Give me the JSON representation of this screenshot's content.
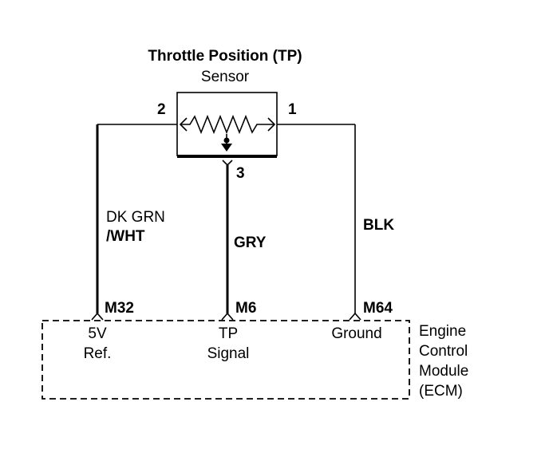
{
  "sensor": {
    "title_line1": "Throttle Position (TP)",
    "title_line2": "Sensor",
    "pins": {
      "pin2": "2",
      "pin1": "1",
      "pin3": "3"
    }
  },
  "wires": {
    "left": {
      "color_line1": "DK GRN",
      "color_line2": "/WHT"
    },
    "middle": {
      "color": "GRY"
    },
    "right": {
      "color": "BLK"
    }
  },
  "ecm": {
    "connectors": {
      "left": "M32",
      "middle": "M6",
      "right": "M64"
    },
    "terminals": {
      "left_line1": "5V",
      "left_line2": "Ref.",
      "middle_line1": "TP",
      "middle_line2": "Signal",
      "right": "Ground"
    },
    "name_lines": [
      "Engine",
      "Control",
      "Module",
      "(ECM)"
    ]
  }
}
